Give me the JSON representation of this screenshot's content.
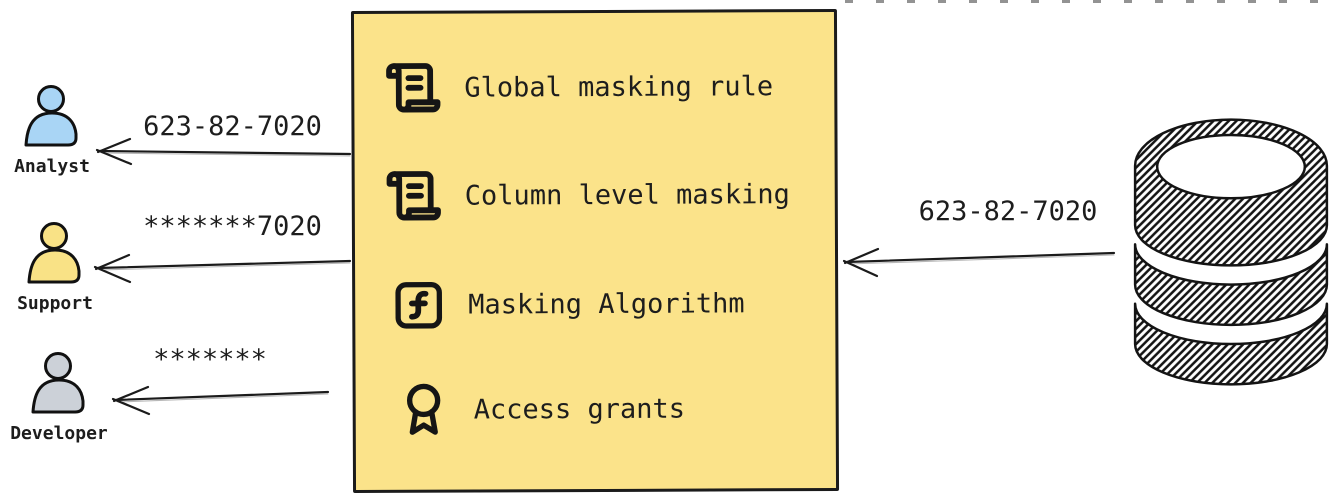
{
  "diagram_title": "data-masking-flow",
  "text_color": "#1d1d1d",
  "actors": [
    {
      "name": "Analyst",
      "received_value": "623-82-7020",
      "color": "#a9d5f5"
    },
    {
      "name": "Support",
      "received_value": "*******7020",
      "color": "#f9e286"
    },
    {
      "name": "Developer",
      "received_value": "*******",
      "color": "#ccd1d8"
    }
  ],
  "box": {
    "fill": "#fbe38a",
    "border_color": "#1b1b1b",
    "items": [
      {
        "icon": "scroll-text-icon",
        "label": "Global masking rule"
      },
      {
        "icon": "scroll-text-icon",
        "label": "Column level masking"
      },
      {
        "icon": "function-square-icon",
        "label": "Masking Algorithm"
      },
      {
        "icon": "award-icon",
        "label": "Access grants"
      }
    ]
  },
  "database": {
    "icon": "database-icon",
    "outgoing_value": "623-82-7020"
  }
}
